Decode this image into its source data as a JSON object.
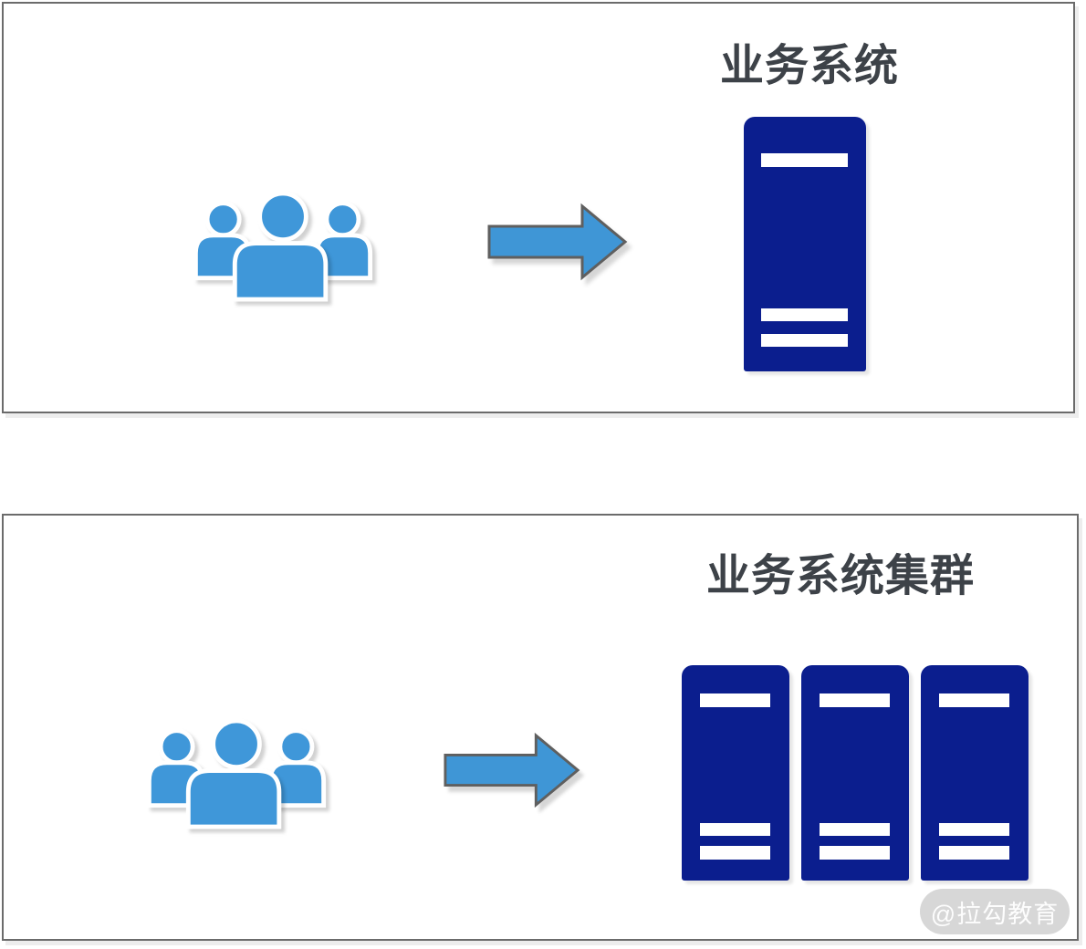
{
  "colors": {
    "panel_border": "#6B6B6B",
    "title_text": "#3D4248",
    "people_blue": "#3F97D9",
    "arrow_blue": "#3F96D6",
    "arrow_outline": "#5F5F5F",
    "server_blue": "#0B1E8E",
    "stripe_white": "#FFFFFF",
    "watermark_bg": "#D7D7D7",
    "watermark_text": "#FDFDFD"
  },
  "panels": [
    {
      "title": "业务系统",
      "users_icon": "users-group-icon",
      "arrow_icon": "right-arrow-icon",
      "server_icon": "server-tower-icon",
      "server_count": 1
    },
    {
      "title": "业务系统集群",
      "users_icon": "users-group-icon",
      "arrow_icon": "right-arrow-icon",
      "server_icon": "server-tower-icon",
      "server_count": 3
    }
  ],
  "watermark": {
    "label": "@拉勾教育"
  }
}
